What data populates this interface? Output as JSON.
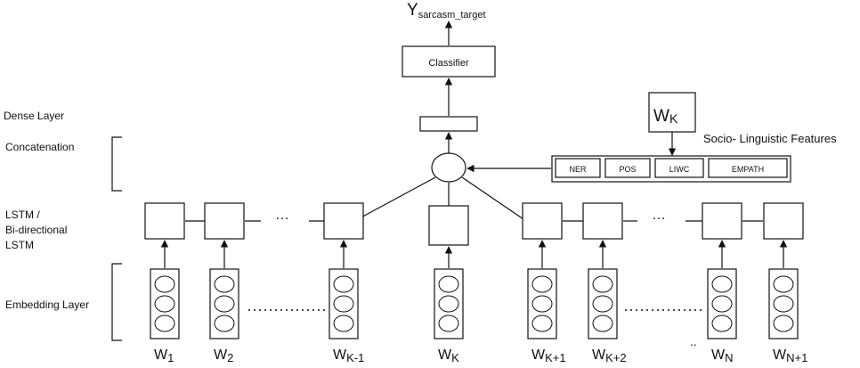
{
  "output": {
    "main": "Y",
    "sub": "sarcasm_target"
  },
  "classifier_label": "Classifier",
  "left_labels": {
    "dense": "Dense Layer",
    "concat": "Concatenation",
    "lstm_1": "LSTM /",
    "lstm_2": "Bi-directional",
    "lstm_3": "LSTM",
    "embedding": "Embedding Layer"
  },
  "features": {
    "title": "Socio- Linguistic Features",
    "input_main": "W",
    "input_sub": "K",
    "items": [
      "NER",
      "POS",
      "LIWC",
      "EMPATH"
    ]
  },
  "words": [
    {
      "main": "W",
      "sub": "1"
    },
    {
      "main": "W",
      "sub": "2"
    },
    {
      "main": "W",
      "sub": "K-1"
    },
    {
      "main": "W",
      "sub": "K"
    },
    {
      "main": "W",
      "sub": "K+1"
    },
    {
      "main": "W",
      "sub": "K+2"
    },
    {
      "main": "W",
      "sub": "N"
    },
    {
      "main": "W",
      "sub": "N+1"
    }
  ],
  "ellipsis": "…",
  "small_dots": ".."
}
